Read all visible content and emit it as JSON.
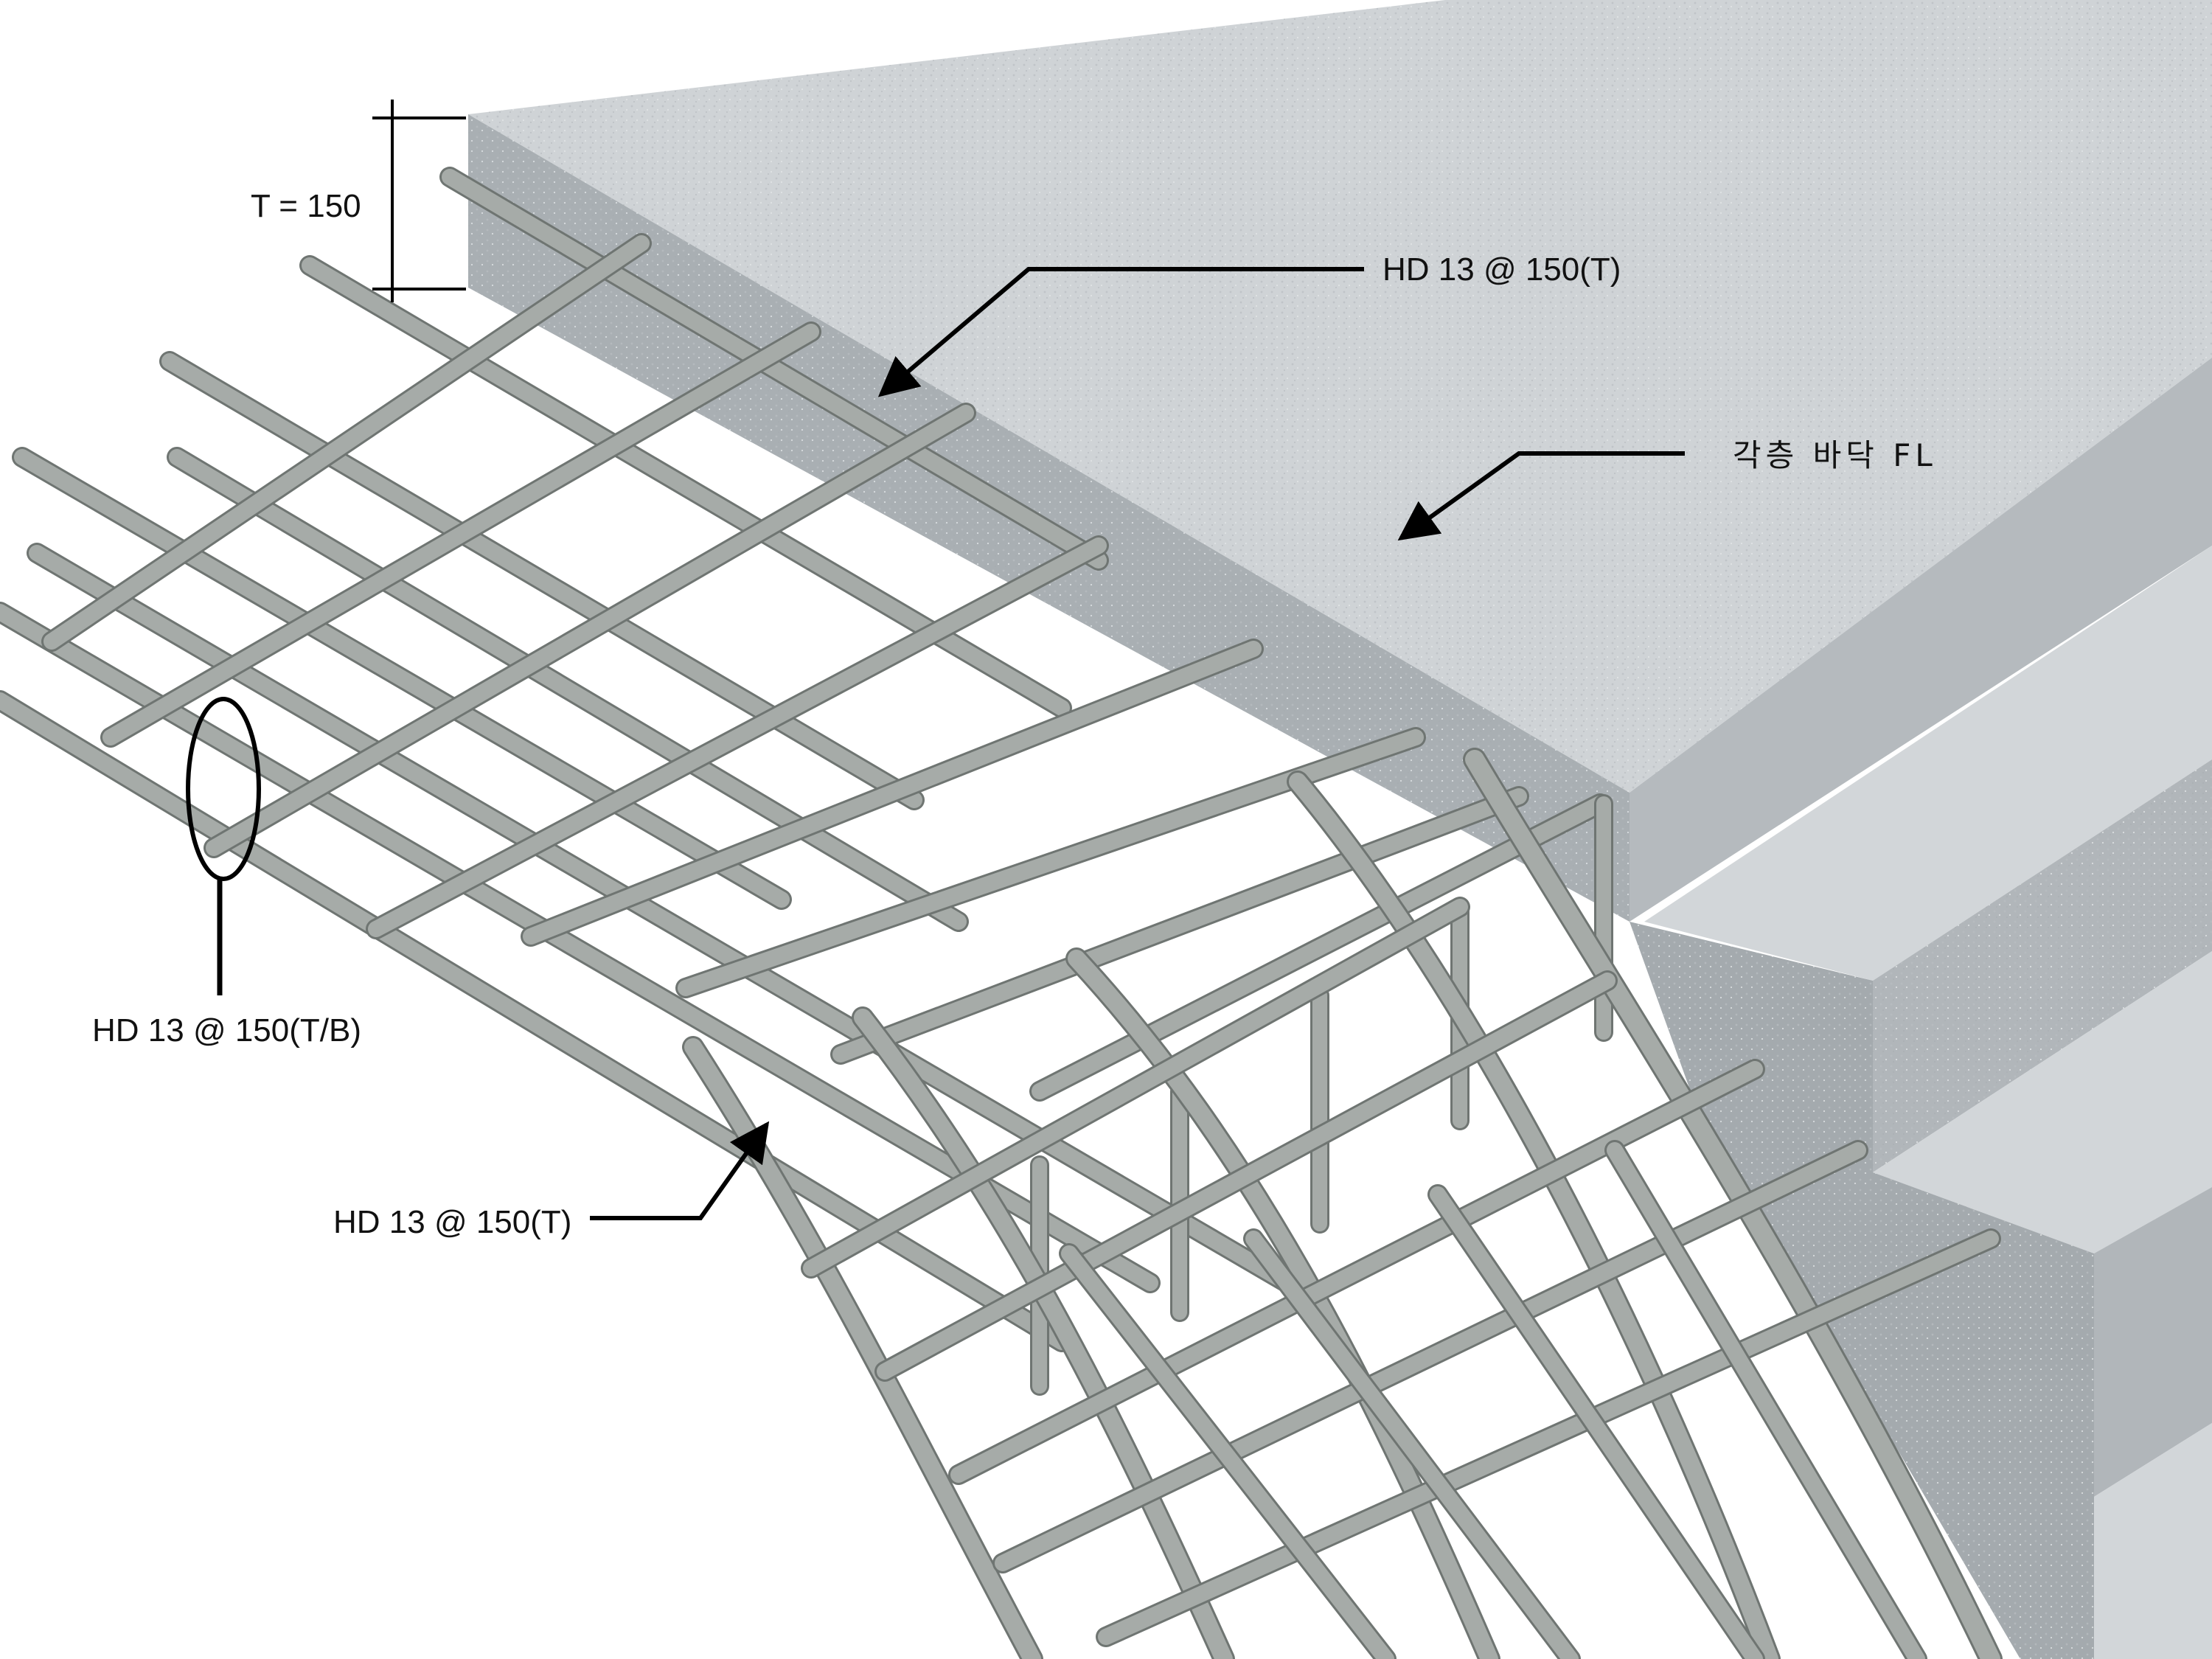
{
  "labels": {
    "thickness": "T = 150",
    "top_rebar": "HD 13 @ 150(T)",
    "floor_level": "각층 바닥 FL",
    "mesh_rebar": "HD 13 @ 150(T/B)",
    "lower_rebar": "HD 13 @ 150(T)"
  },
  "colors": {
    "background": "#ffffff",
    "concrete_top": "#cfd3d6",
    "concrete_side": "#aeb4b8",
    "rebar": "#a6aba8",
    "rebar_edge": "#6f7572",
    "annotation": "#000000"
  }
}
